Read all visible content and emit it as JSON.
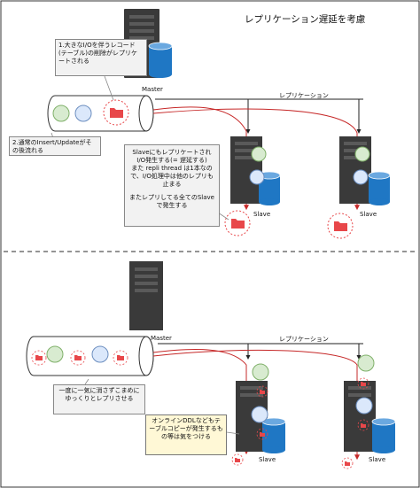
{
  "title": "レプリケーション遅延を考慮",
  "top": {
    "master_label": "Master",
    "replication_label": "レプリケーション",
    "slave1_label": "Slave",
    "slave2_label": "Slave",
    "callout_heavy_io": "1.大きなI/Oを伴うレコード(テーブル)の削除がレプリケートされる",
    "callout_normal": "2.通常のInsert/Updateがその後流れる",
    "callout_delay_p1": "Slaveにもレプリケートされ",
    "callout_delay_p2": "I/O発生する(= 遅延する)",
    "callout_delay_p3": "また repli thread は1本なので、I/O処理中は他のレプリも止まる",
    "callout_delay_p4": "またレプリしてる全てのSlaveで発生する"
  },
  "bottom": {
    "master_label": "Master",
    "replication_label": "レプリケーション",
    "slave1_label": "Slave",
    "slave2_label": "Slave",
    "callout_gradual": "一度に一気に消さずこまめにゆっくりとレプリさせる",
    "callout_online_ddl": "オンラインDDLなどもテーブルコピーが発生するもの等は気をつける"
  },
  "colors": {
    "server_body": "#3a3a3a",
    "server_slot": "#5a5a5a",
    "db_blue": "#1f77c4",
    "circle_green_fill": "#d8ebd0",
    "circle_green_stroke": "#7fb069",
    "circle_blue_fill": "#dbe8fb",
    "circle_blue_stroke": "#6c8ebf",
    "folder_red": "#e8474a",
    "arrow_red": "#c62828",
    "line_dark": "#222222"
  }
}
